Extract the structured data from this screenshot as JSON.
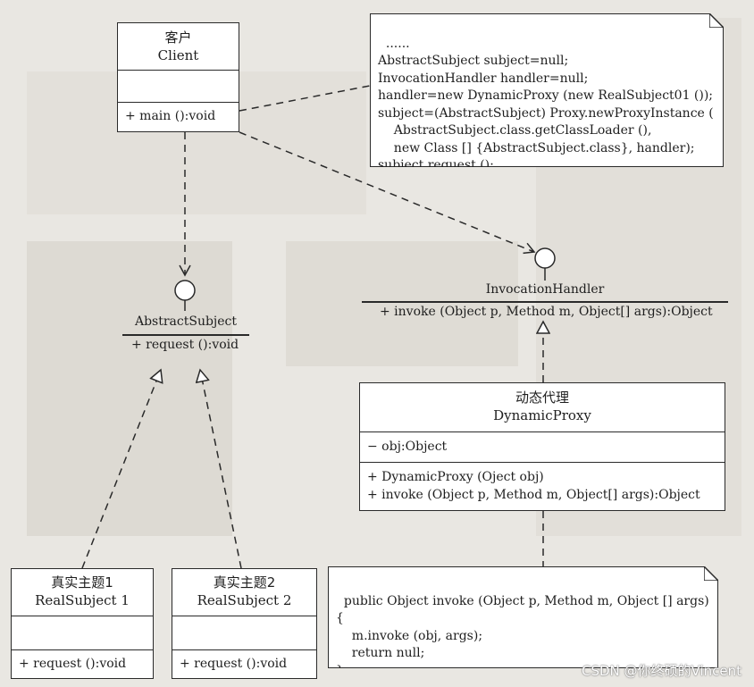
{
  "client": {
    "name_cn": "客户",
    "name_en": "Client",
    "method": "+ main ():void"
  },
  "note_top": {
    "lines": "......\nAbstractSubject subject=null;\nInvocationHandler handler=null;\nhandler=new DynamicProxy (new RealSubject01 ());\nsubject=(AbstractSubject) Proxy.newProxyInstance (\n    AbstractSubject.class.getClassLoader (),\n    new Class [] {AbstractSubject.class}, handler);\nsubject.request ();"
  },
  "abstract_subject": {
    "name": "AbstractSubject",
    "method": "+ request ():void"
  },
  "invocation_handler": {
    "name": "InvocationHandler",
    "method": "+ invoke (Object p, Method m, Object[] args):Object"
  },
  "dynamic_proxy": {
    "name_cn": "动态代理",
    "name_en": "DynamicProxy",
    "field": "− obj:Object",
    "methods": [
      "+ DynamicProxy (Oject obj)",
      "+ invoke (Object p, Method m, Object[] args):Object"
    ]
  },
  "real_subject_1": {
    "name_cn": "真实主题1",
    "name_en": "RealSubject 1",
    "method": "+ request ():void"
  },
  "real_subject_2": {
    "name_cn": "真实主题2",
    "name_en": "RealSubject 2",
    "method": "+ request ():void"
  },
  "note_bottom": {
    "lines": "public Object invoke (Object p, Method m, Object [] args)\n{\n    m.invoke (obj, args);\n    return null;\n}"
  },
  "watermark": "CSDN @你终硕的Vincent",
  "colors": {
    "background": "#e9e7e2",
    "box_fill": "#ffffff",
    "stroke": "#2a2a2a"
  }
}
